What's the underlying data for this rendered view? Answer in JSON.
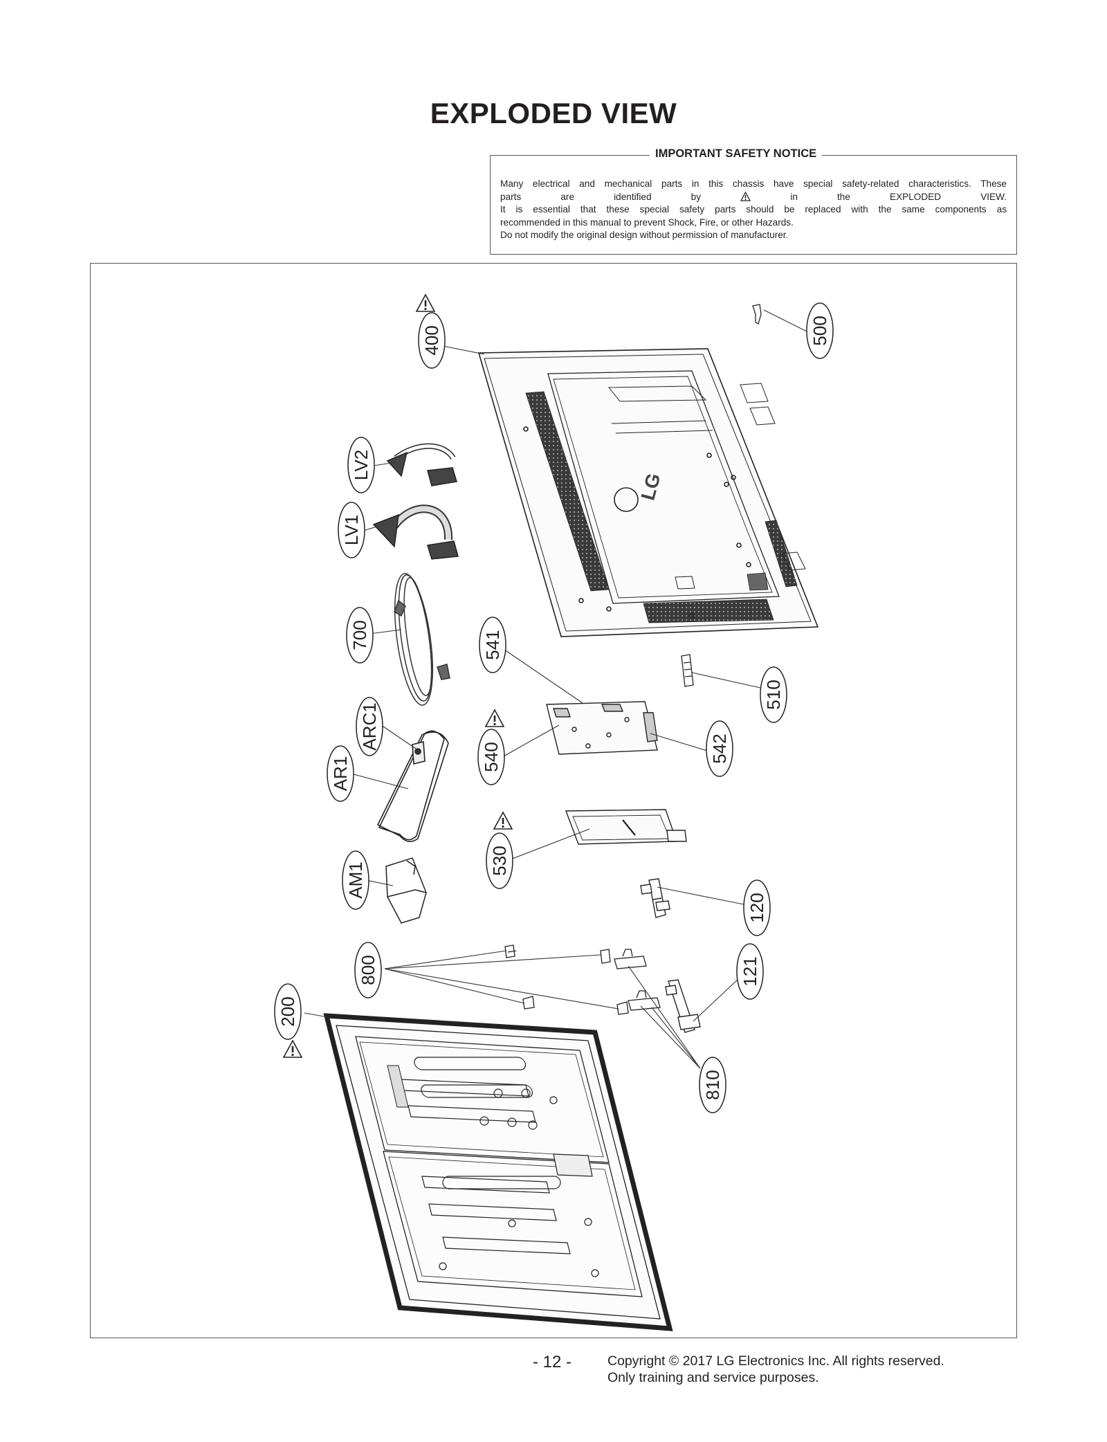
{
  "page": {
    "title": "EXPLODED VIEW",
    "page_number": "- 12 -",
    "copyright_line1": "Copyright © 2017 LG Electronics Inc. All rights reserved.",
    "copyright_line2": "Only training and service purposes."
  },
  "notice": {
    "title": "IMPORTANT SAFETY NOTICE",
    "line1": "Many electrical and mechanical parts in this chassis have special safety-related characteristics. These",
    "line2a": "parts are identified by",
    "line2b": "in the EXPLODED VIEW.",
    "line3": "It is essential that these special safety parts should be replaced with the same components as",
    "line4": "recommended in this manual to prevent Shock, Fire, or other Hazards.",
    "line5": "Do not modify the original design without permission of manufacturer."
  },
  "diagram": {
    "back_cover_logo": "LG",
    "parts": {
      "p400": "400",
      "p500": "500",
      "lv2": "LV2",
      "lv1": "LV1",
      "p700": "700",
      "p541": "541",
      "p510": "510",
      "arc1": "ARC1",
      "ar1": "AR1",
      "p540": "540",
      "p542": "542",
      "p530": "530",
      "am1": "AM1",
      "p120": "120",
      "p800": "800",
      "p121": "121",
      "p200": "200",
      "p810": "810"
    }
  }
}
